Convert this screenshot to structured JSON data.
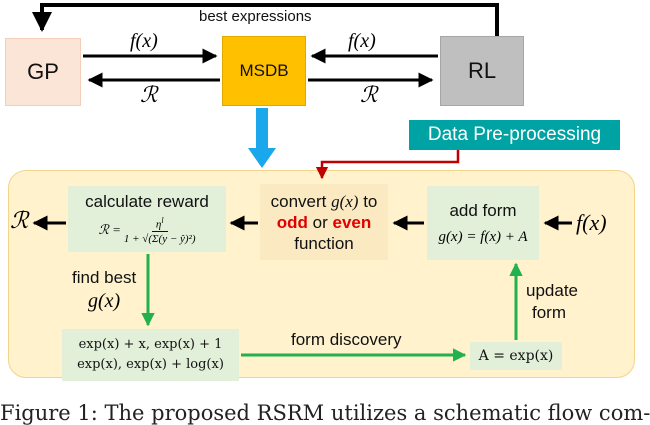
{
  "top_flow": {
    "gp_label": "GP",
    "msdb_label": "MSDB",
    "rl_label": "RL",
    "best_expressions_label": "best expressions",
    "fx_left": "f(x)",
    "fx_right": "f(x)",
    "reward_left": "ℛ",
    "reward_right": "ℛ"
  },
  "preprocess": {
    "label": "Data Pre-processing"
  },
  "pipeline": {
    "calculate_reward": {
      "title": "calculate reward",
      "formula_lhs": "ℛ =",
      "formula_numerator": "η",
      "formula_numerator_exp": "l",
      "formula_denominator": "1 + √(Σ(y − ŷ)²)"
    },
    "convert": {
      "line1_prefix": "convert ",
      "line1_math": "g(x)",
      "line1_suffix": " to",
      "odd": "odd",
      "or": " or ",
      "even": "even",
      "line3": "function"
    },
    "add_form": {
      "title": "add form",
      "formula": "g(x) = f(x) + A"
    },
    "input_fx": "f(x)",
    "output_reward": "ℛ",
    "find_best_line1": "find best",
    "find_best_line2": "g(x)",
    "candidates": {
      "line1": "exp(x) + x, exp(x) + 1",
      "line2": "exp(x), exp(x) + log(x)"
    },
    "form_discovery_label": "form discovery",
    "a_expression": "A = exp(x)",
    "update_line1": "update",
    "update_line2": "form"
  },
  "caption": "Figure 1: The proposed RSRM utilizes a schematic flow com-",
  "colors": {
    "gp": "#fbe5d6",
    "msdb": "#ffc000",
    "rl": "#bfbfbf",
    "preprocess": "#00a3a3",
    "panel": "#fff2cc",
    "inner": "#e2efd9",
    "blue_arrow": "#1aa7ec",
    "green_arrow": "#22b14c",
    "red_arrow": "#c00000"
  }
}
